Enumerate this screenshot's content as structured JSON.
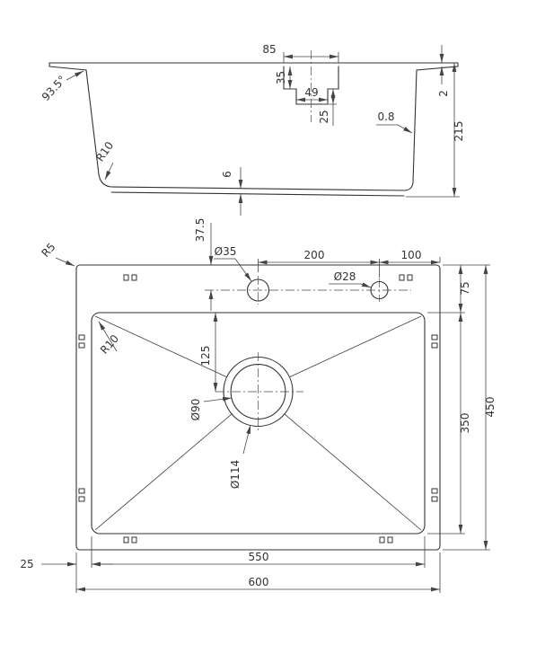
{
  "drawing": {
    "type": "technical-drawing",
    "subject": "top-mount kitchen sink, section view and plan view with dimensions",
    "line_color": "#333333",
    "background": "#ffffff",
    "section_view": {
      "top_width_dim": "85",
      "depth1_dim": "35",
      "drain_width_dim": "49",
      "depth2_dim": "25",
      "rim_thickness_dim": "2",
      "wall_thickness_dim": "0.8",
      "overall_depth_dim": "215",
      "bottom_gap_dim": "6",
      "wall_angle_dim": "93.5°",
      "corner_radius_dim": "R10"
    },
    "plan_view": {
      "hole_offset_dim": "37.5",
      "outer_corner_radius": "R5",
      "faucet_hole_dia": "Ø35",
      "hole_spacing_dim": "200",
      "hole_edge_dim": "100",
      "second_hole_dia": "Ø28",
      "deck_depth_dim": "75",
      "bowl_corner_radius": "R10",
      "drain_offset_dim": "125",
      "drain_dia_inner": "Ø90",
      "drain_dia_outer": "Ø114",
      "bowl_depth_dim": "350",
      "overall_depth_dim": "450",
      "bowl_width_dim": "550",
      "overall_width_dim": "600",
      "bowl_margin_dim": "25"
    }
  }
}
